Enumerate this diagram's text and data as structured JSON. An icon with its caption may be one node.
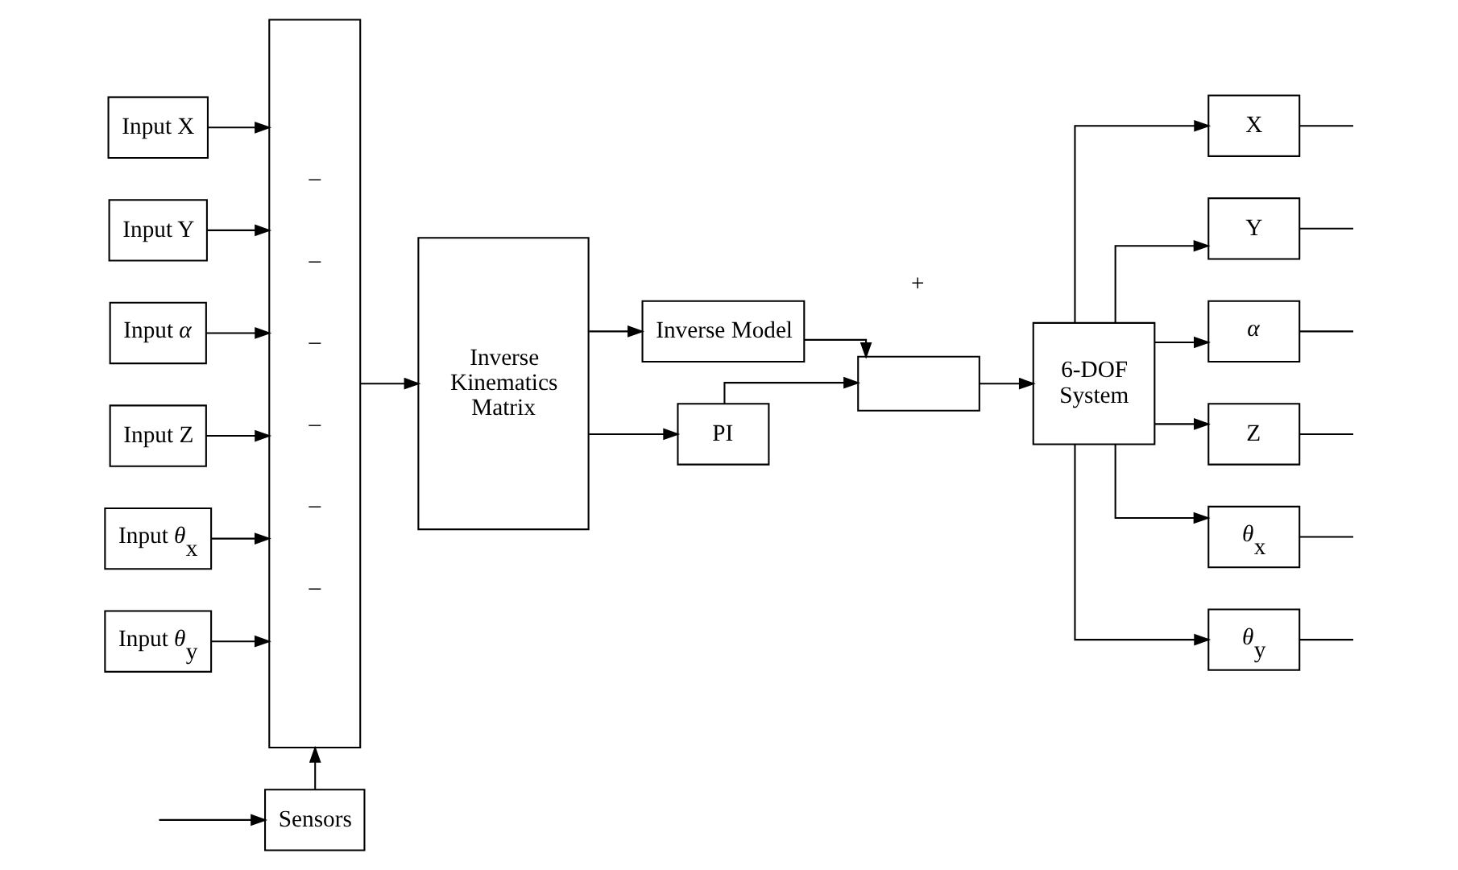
{
  "diagram": {
    "nodes": [
      {
        "text": [
          "Input X"
        ]
      },
      {
        "text": [
          "Input Y"
        ]
      },
      {
        "text": [
          "Input *α*"
        ]
      },
      {
        "text": [
          "Input Z"
        ]
      },
      {
        "text": [
          "Input *θ*$_{x}$"
        ]
      },
      {
        "text": [
          "Input *θ*$_{y}$"
        ]
      },
      {
        "text": [
          "–",
          "–",
          "–",
          "–",
          "–",
          "–"
        ]
      },
      {
        "text": [
          "Inverse Kinematics Matrix"
        ]
      },
      {
        "text": [
          "Inverse Model"
        ]
      },
      {
        "text": [
          "PI"
        ]
      },
      {
        "text": [],
        "shape": "box"
      },
      {
        "text": [
          "6-DOF System"
        ]
      },
      {
        "text": [
          "X"
        ]
      },
      {
        "text": [
          "Y"
        ]
      },
      {
        "text": [
          "*α*"
        ]
      },
      {
        "text": [
          "Z"
        ]
      },
      {
        "text": [
          "*θ*$_{x}$"
        ]
      },
      {
        "text": [
          "*θ*$_{y}$"
        ]
      },
      {
        "text": [
          "Sensors"
        ]
      }
    ],
    "edges": [
      {
        "from": 0,
        "to": 6,
        "arrow": "to"
      },
      {
        "from": 1,
        "to": 6,
        "arrow": "to"
      },
      {
        "from": 2,
        "to": 6,
        "arrow": "to"
      },
      {
        "from": 3,
        "to": 6,
        "arrow": "to"
      },
      {
        "from": 4,
        "to": 6,
        "arrow": "to"
      },
      {
        "from": 5,
        "to": 6,
        "arrow": "to"
      },
      {
        "from": 6,
        "to": 7,
        "arrow": "to"
      },
      {
        "from": 7,
        "to": 9,
        "arrow": "to"
      },
      {
        "from": 7,
        "to": 8,
        "arrow": "to"
      },
      {
        "from": 8,
        "to": 10,
        "arrow": "to"
      },
      {
        "from": 9,
        "to": 10,
        "arrow": "to"
      },
      {
        "from": 10,
        "to": 11,
        "arrow": "to"
      },
      {
        "from": 11,
        "to": 12,
        "arrow": "to"
      },
      {
        "from": 11,
        "to": 13,
        "arrow": "to"
      },
      {
        "from": 11,
        "to": 14,
        "arrow": "to"
      },
      {
        "from": 11,
        "to": 15,
        "arrow": "to"
      },
      {
        "from": 11,
        "to": 16,
        "arrow": "to"
      },
      {
        "from": 11,
        "to": 17,
        "arrow": "to"
      },
      {
        "from": 12,
        "to": null,
        "arrow": "none"
      },
      {
        "from": 13,
        "to": null,
        "arrow": "none"
      },
      {
        "from": 14,
        "to": null,
        "arrow": "none"
      },
      {
        "from": 15,
        "to": null,
        "arrow": "none"
      },
      {
        "from": 16,
        "to": null,
        "arrow": "none"
      },
      {
        "from": 17,
        "to": null,
        "arrow": "none"
      },
      {
        "from": null,
        "to": 18,
        "arrow": "to"
      },
      {
        "from": 18,
        "to": 6,
        "arrow": "to"
      }
    ],
    "labels": [
      "+"
    ]
  }
}
